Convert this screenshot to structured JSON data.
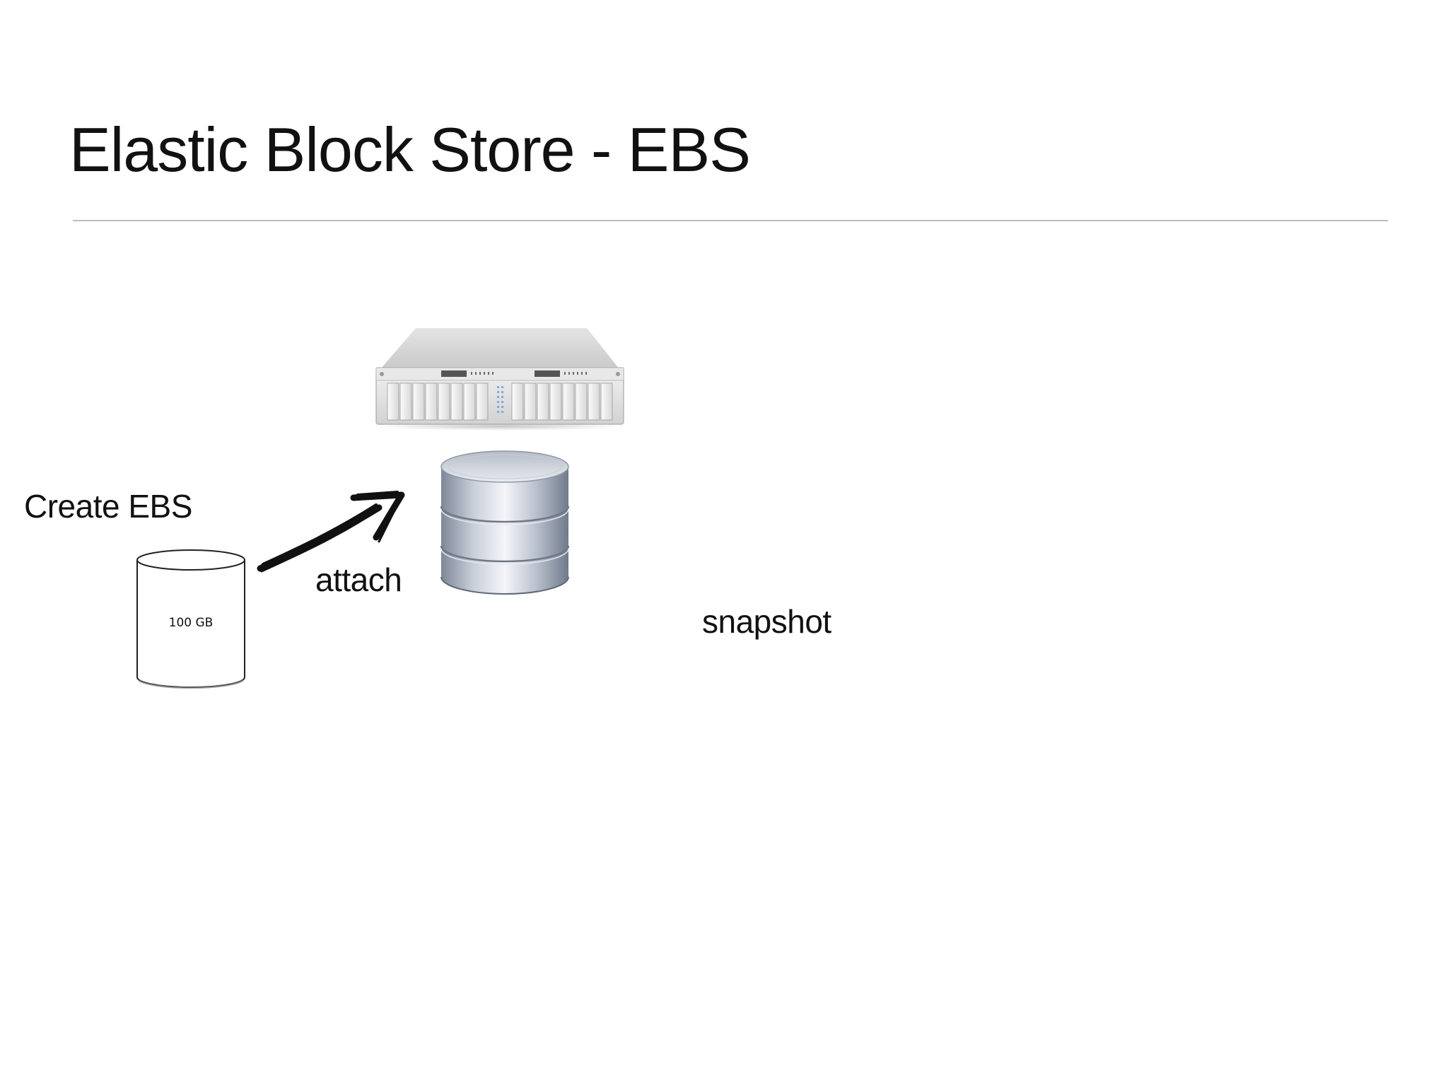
{
  "slide": {
    "title": "Elastic Block Store - EBS"
  },
  "diagram": {
    "create_label": "Create EBS",
    "volume_size": "100 GB",
    "attach_label": "attach",
    "snapshot_label": "snapshot"
  },
  "icons": {
    "server": "server-rack-icon",
    "database": "database-cylinder-icon",
    "volume": "volume-cylinder-icon",
    "arrow": "hand-drawn-arrow-icon"
  }
}
